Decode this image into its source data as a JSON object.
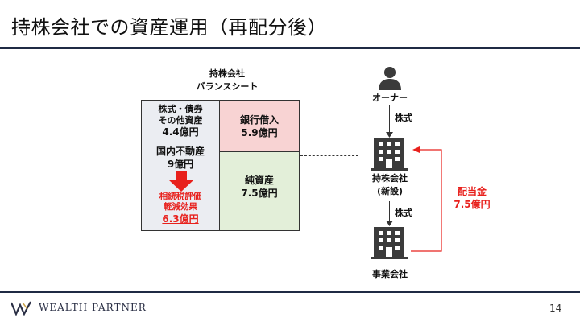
{
  "slide": {
    "title": "持株会社での資産運用（再配分後）",
    "page_number": "14",
    "brand": "WEALTH PARTNER"
  },
  "balance_sheet": {
    "title_line1": "持株会社",
    "title_line2": "バランスシート",
    "assets": {
      "stock_bonds": {
        "line1": "株式・債券",
        "line2": "その他資産",
        "value": "4.4億円"
      },
      "real_estate": {
        "line1": "国内不動産",
        "value": "9億円"
      },
      "tax_effect": {
        "line1": "相続税評価",
        "line2": "軽減効果",
        "value": "6.3億円"
      }
    },
    "liabilities": {
      "loan": {
        "line1": "銀行借入",
        "value": "5.9億円"
      },
      "net_assets": {
        "line1": "純資産",
        "value": "7.5億円"
      }
    }
  },
  "structure": {
    "owner_label": "オーナー",
    "stock_label_top": "株式",
    "holding_line1": "持株会社",
    "holding_line2": "(新設)",
    "stock_label_bottom": "株式",
    "operating_label": "事業会社",
    "dividend_line1": "配当金",
    "dividend_line2": "7.5億円"
  },
  "colors": {
    "assets_bg": "#ebedf2",
    "loan_bg": "#f8d3d3",
    "net_assets_bg": "#e3efd9",
    "accent_red": "#e8201c",
    "rule": "#1f2a44"
  }
}
